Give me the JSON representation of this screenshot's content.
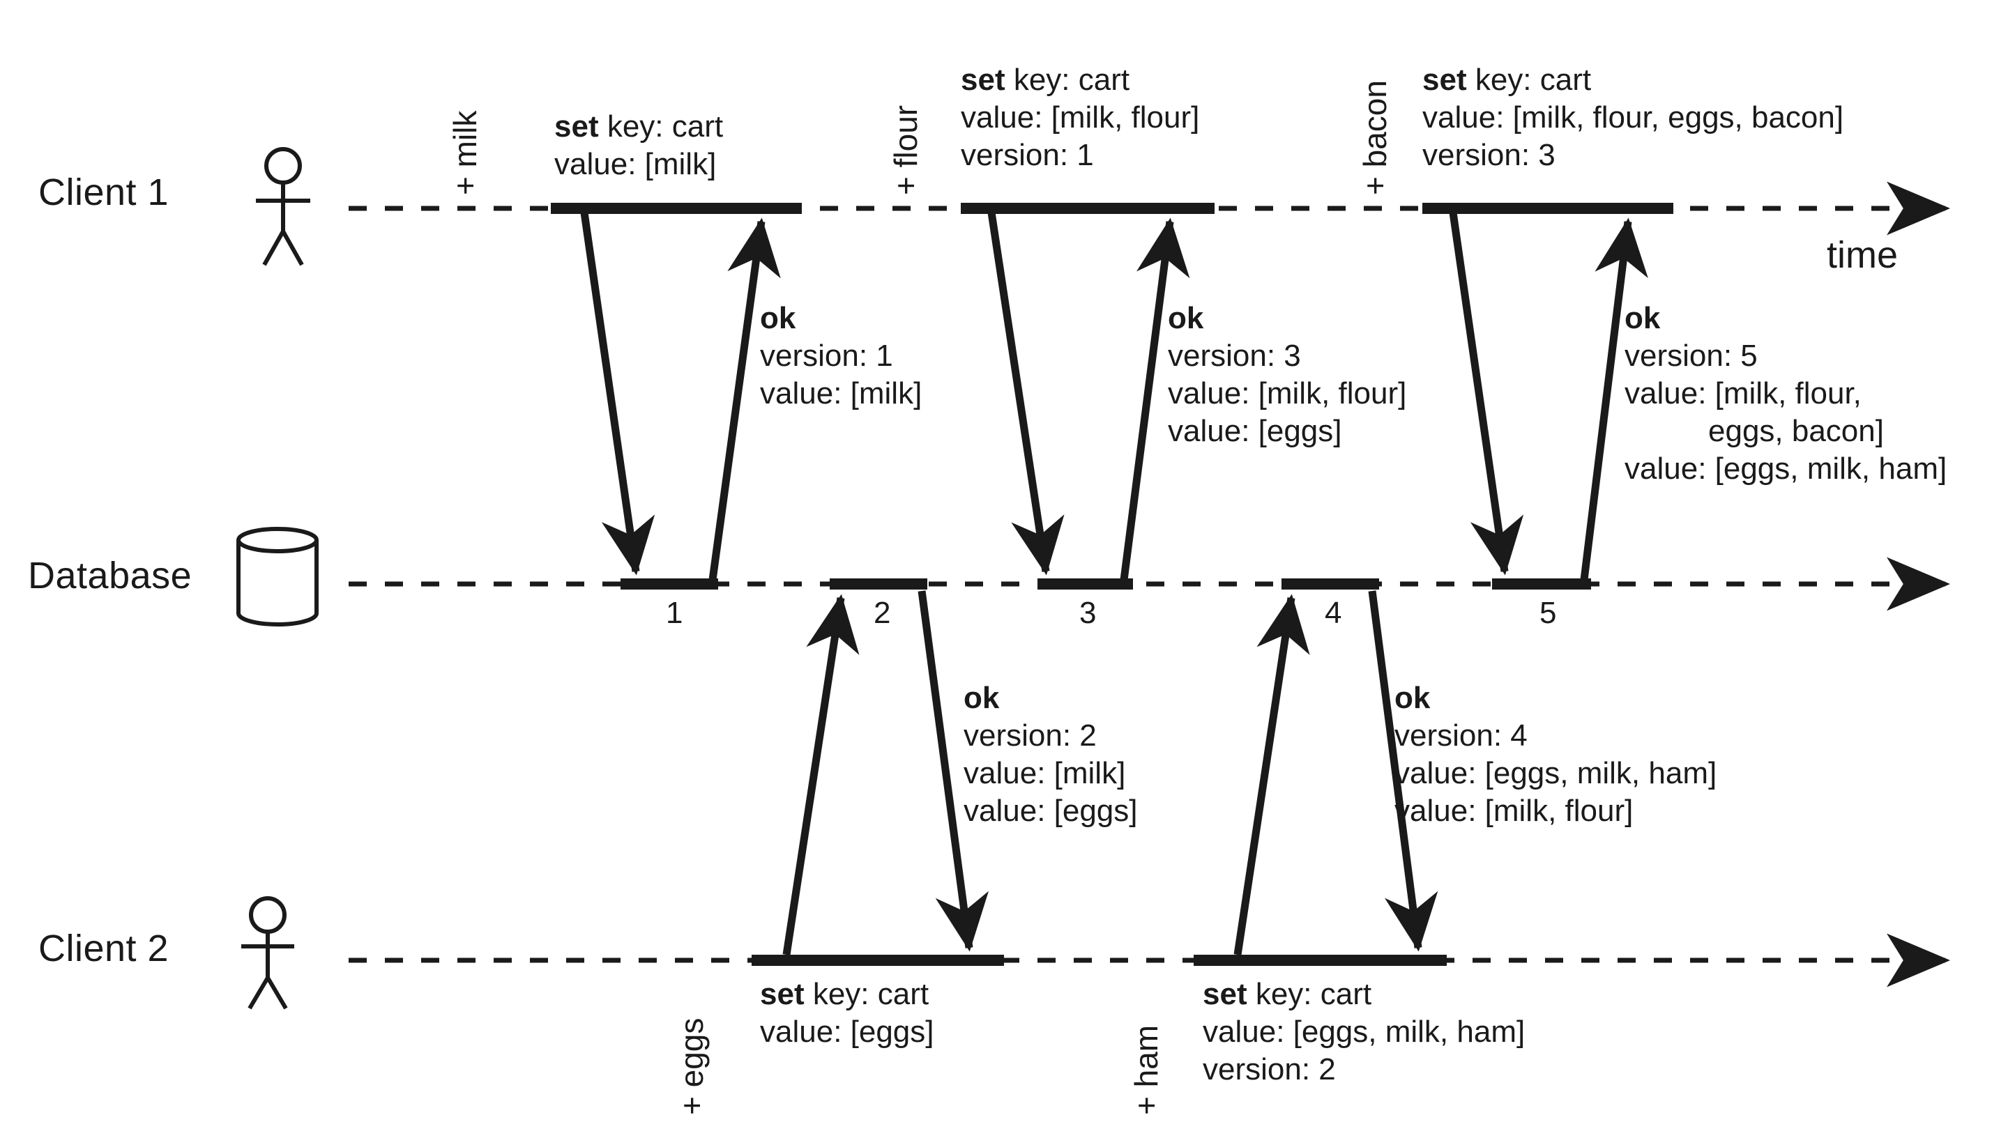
{
  "diagram": {
    "title_axis_label": "time",
    "lanes": [
      {
        "id": "client1",
        "label": "Client 1",
        "actor_icon": "stick-figure-icon"
      },
      {
        "id": "database",
        "label": "Database",
        "actor_icon": "database-cylinder-icon"
      },
      {
        "id": "client2",
        "label": "Client 2",
        "actor_icon": "stick-figure-icon"
      }
    ],
    "db_version_markers": [
      "1",
      "2",
      "3",
      "4",
      "5"
    ],
    "client1_actions": [
      {
        "label": "+ milk"
      },
      {
        "label": "+ flour"
      },
      {
        "label": "+ bacon"
      }
    ],
    "client2_actions": [
      {
        "label": "+ eggs"
      },
      {
        "label": "+ ham"
      }
    ],
    "client1_requests": [
      {
        "keyword": "set",
        "lines": [
          "key: cart",
          "value: [milk]"
        ]
      },
      {
        "keyword": "set",
        "lines": [
          "key: cart",
          "value: [milk, flour]",
          "version: 1"
        ]
      },
      {
        "keyword": "set",
        "lines": [
          "key: cart",
          "value: [milk, flour, eggs, bacon]",
          "version: 3"
        ]
      }
    ],
    "client1_responses": [
      {
        "keyword": "ok",
        "lines": [
          "version: 1",
          "value: [milk]"
        ]
      },
      {
        "keyword": "ok",
        "lines": [
          "version: 3",
          "value: [milk, flour]",
          "value: [eggs]"
        ]
      },
      {
        "keyword": "ok",
        "lines": [
          "version: 5",
          "value: [milk, flour,",
          "eggs, bacon]",
          "value: [eggs, milk, ham]"
        ]
      }
    ],
    "client2_requests": [
      {
        "keyword": "set",
        "lines": [
          "key: cart",
          "value: [eggs]"
        ]
      },
      {
        "keyword": "set",
        "lines": [
          "key: cart",
          "value: [eggs, milk, ham]",
          "version: 2"
        ]
      }
    ],
    "client2_responses": [
      {
        "keyword": "ok",
        "lines": [
          "version: 2",
          "value: [milk]",
          "value: [eggs]"
        ]
      },
      {
        "keyword": "ok",
        "lines": [
          "version: 4",
          "value: [eggs, milk, ham]",
          "value: [milk, flour]"
        ]
      }
    ],
    "colors": {
      "ink": "#1a1a1a",
      "background": "#ffffff"
    }
  }
}
